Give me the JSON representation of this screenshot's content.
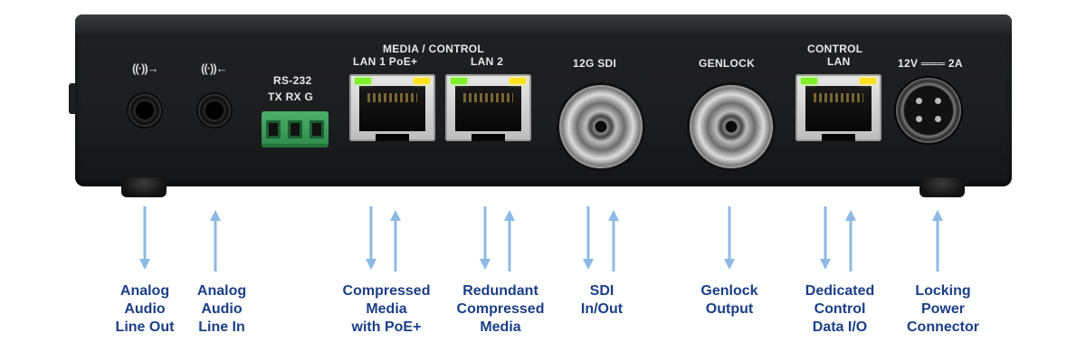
{
  "panel": {
    "media_control_label": "MEDIA / CONTROL",
    "lan1_label": "LAN 1  PoE+",
    "lan2_label": "LAN 2",
    "rs232_label": "RS-232",
    "rs232_pins": "TX RX G",
    "sdi_label": "12G  SDI",
    "genlock_label": "GENLOCK",
    "control_lan_label_1": "CONTROL",
    "control_lan_label_2": "LAN",
    "power_label": "12V ═══ 2A",
    "audio_out_icon": "((·))→",
    "audio_in_icon": "((·))←"
  },
  "captions": [
    {
      "lines": [
        "Analog",
        "Audio",
        "Line Out"
      ]
    },
    {
      "lines": [
        "Analog",
        "Audio",
        "Line In"
      ]
    },
    {
      "lines": [
        "Compressed",
        "Media",
        "with PoE+"
      ]
    },
    {
      "lines": [
        "Redundant",
        "Compressed",
        "Media"
      ]
    },
    {
      "lines": [
        "SDI",
        "In/Out"
      ]
    },
    {
      "lines": [
        "Genlock",
        "Output"
      ]
    },
    {
      "lines": [
        "Dedicated",
        "Control",
        "Data I/O"
      ]
    },
    {
      "lines": [
        "Locking",
        "Power",
        "Connector"
      ]
    }
  ],
  "arrows": [
    {
      "connector": "analog-audio-out",
      "direction": "down"
    },
    {
      "connector": "analog-audio-in",
      "direction": "up"
    },
    {
      "connector": "lan1-poe",
      "direction": "bidirectional"
    },
    {
      "connector": "lan2",
      "direction": "bidirectional"
    },
    {
      "connector": "sdi",
      "direction": "bidirectional"
    },
    {
      "connector": "genlock",
      "direction": "down"
    },
    {
      "connector": "control-lan",
      "direction": "bidirectional"
    },
    {
      "connector": "power",
      "direction": "up"
    }
  ],
  "colors": {
    "caption": "#1b3f86",
    "arrow": "#8db9e5",
    "device": "#1c1d1f",
    "terminal": "#3a9d58",
    "led_green": "#7ff02a",
    "led_yellow": "#ffe21f"
  }
}
